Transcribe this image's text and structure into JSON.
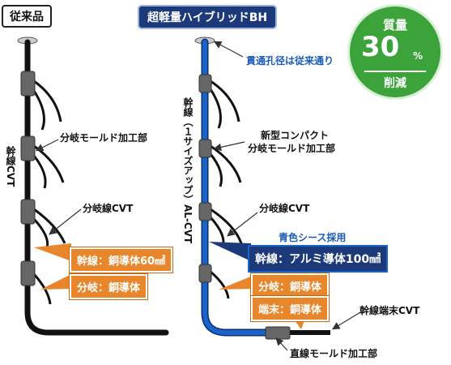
{
  "titles": {
    "conventional": "従来品",
    "hybrid": "超軽量ハイブリッドBH"
  },
  "badge": {
    "top": "質量",
    "value": "30",
    "unit": "%",
    "bottom": "削減"
  },
  "left_diagram": {
    "vertical_label": "幹線CVT",
    "branch_mold_label": "分岐モールド加工部",
    "branch_cable_label": "分岐線CVT",
    "box_trunk": "幹線：銅導体60㎟",
    "box_branch": "分岐：銅導体"
  },
  "right_diagram": {
    "hole_label": "貫通孔径は従来通り",
    "vertical_label": "幹線（１サイズアップ）AL-CVT",
    "compact_mold_line1": "新型コンパクト",
    "compact_mold_line2": "分岐モールド加工部",
    "branch_cable_label": "分岐線CVT",
    "sheath_label": "青色シース採用",
    "box_trunk": "幹線：アルミ導体100㎟",
    "box_branch": "分岐：銅導体",
    "box_terminal": "端末：銅導体",
    "terminal_label": "幹線端末CVT",
    "straight_mold_label": "直線モールド加工部"
  },
  "colors": {
    "blue_cable": "#1a63c9",
    "black_cable": "#111111",
    "orange_box": "#e8862c",
    "navy_box": "#1c3a7a",
    "badge_green": "#3ba33a"
  }
}
